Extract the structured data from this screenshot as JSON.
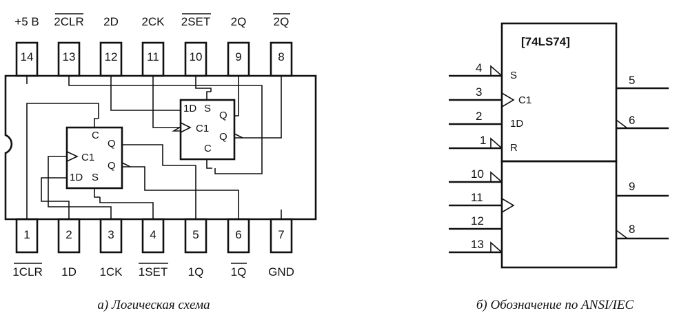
{
  "left_chip": {
    "top_pins": [
      {
        "num": "14",
        "label": "+5 B",
        "overline": false
      },
      {
        "num": "13",
        "label": "2CLR",
        "overline": true
      },
      {
        "num": "12",
        "label": "2D",
        "overline": false
      },
      {
        "num": "11",
        "label": "2CK",
        "overline": false
      },
      {
        "num": "10",
        "label": "2SET",
        "overline": true
      },
      {
        "num": "9",
        "label": "2Q",
        "overline": false
      },
      {
        "num": "8",
        "label": "2Q",
        "overline": true
      }
    ],
    "bottom_pins": [
      {
        "num": "1",
        "label": "1CLR",
        "overline": true
      },
      {
        "num": "2",
        "label": "1D",
        "overline": false
      },
      {
        "num": "3",
        "label": "1CK",
        "overline": false
      },
      {
        "num": "4",
        "label": "1SET",
        "overline": true
      },
      {
        "num": "5",
        "label": "1Q",
        "overline": false
      },
      {
        "num": "6",
        "label": "1Q",
        "overline": true
      },
      {
        "num": "7",
        "label": "GND",
        "overline": false
      }
    ],
    "ff1": {
      "c": "C",
      "c1": "C1",
      "d": "1D",
      "s": "S",
      "q1": "Q",
      "q2": "Q"
    },
    "ff2": {
      "d": "1D",
      "s": "S",
      "c1": "C1",
      "c": "C",
      "q1": "Q",
      "q2": "Q"
    }
  },
  "right_chip": {
    "title": "[74LS74]",
    "upper_inputs": [
      {
        "num": "4",
        "label": "S"
      },
      {
        "num": "3",
        "label": "C1"
      },
      {
        "num": "2",
        "label": "1D"
      },
      {
        "num": "1",
        "label": "R"
      }
    ],
    "upper_outputs": [
      "5",
      "6"
    ],
    "lower_inputs": [
      "10",
      "11",
      "12",
      "13"
    ],
    "lower_outputs": [
      "9",
      "8"
    ]
  },
  "captions": {
    "left": "а) Логическая схема",
    "right": "б) Обозначение по ANSI/IEC"
  }
}
